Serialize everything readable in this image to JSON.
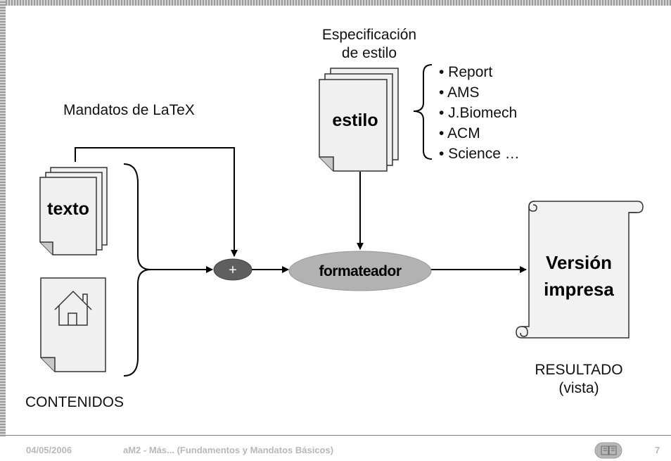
{
  "spec": {
    "line1": "Especificación",
    "line2": "de estilo"
  },
  "style_list": [
    "• Report",
    "• AMS",
    "• J.Biomech",
    "• ACM",
    "• Science  …"
  ],
  "latex_label": "Mandatos de LaTeX",
  "doc_texto": "texto",
  "doc_estilo": "estilo",
  "plus": "+",
  "formatter": "formateador",
  "output": {
    "line1": "Versión",
    "line2": "impresa"
  },
  "result": {
    "line1": "RESULTADO",
    "line2": "(vista)"
  },
  "contents_label": "CONTENIDOS",
  "footer": {
    "date": "04/05/2006",
    "title": "aM2 - Más... (Fundamentos y Mandatos Básicos)",
    "page": "7"
  },
  "colors": {
    "plus_fill": "#5f5f5f",
    "formatter_fill": "#b2b2b2",
    "page_fill": "#f0f0f0"
  }
}
